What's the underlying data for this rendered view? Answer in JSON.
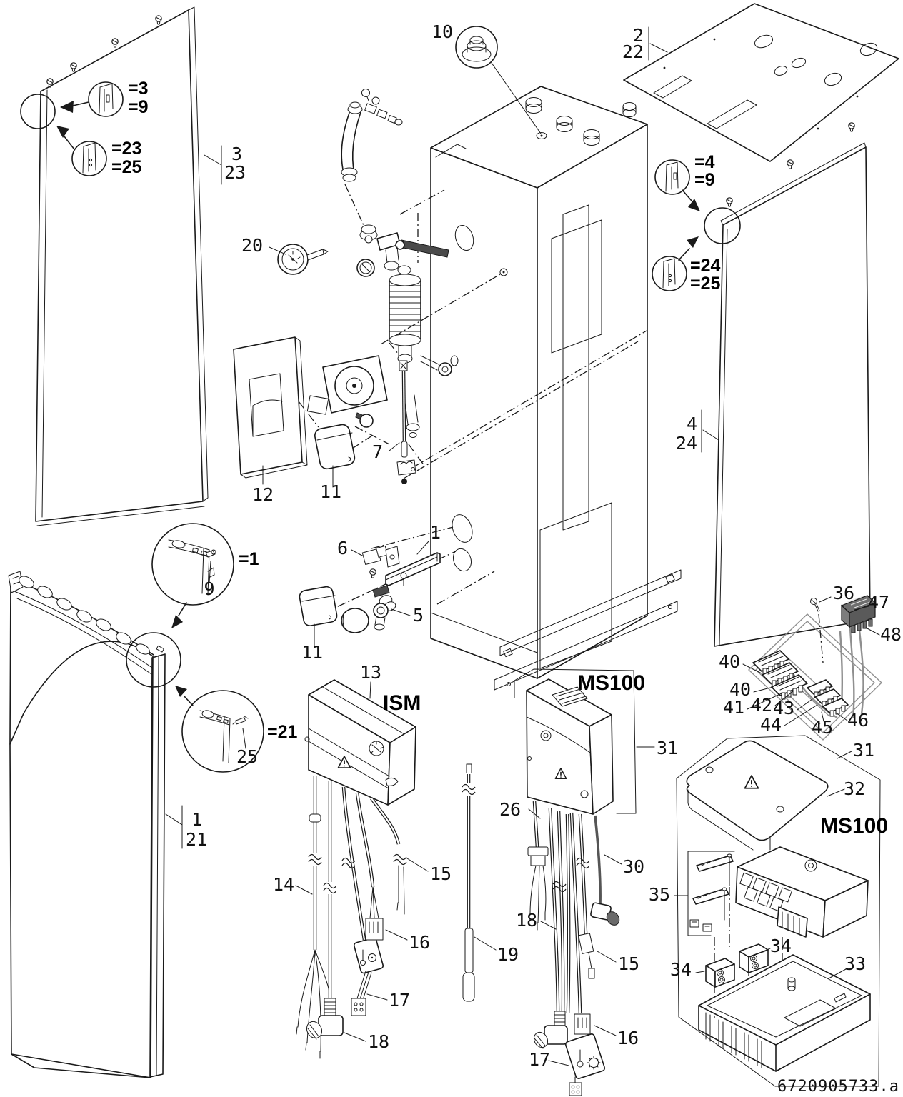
{
  "doc_number": "6720905733.a",
  "modules": {
    "ism": "ISM",
    "ms100": "MS100"
  },
  "panel_refs": {
    "left_side": {
      "a": "3",
      "b": "23"
    },
    "top_cover": {
      "a": "2",
      "b": "22"
    },
    "right_side": {
      "a": "4",
      "b": "24"
    },
    "front_panel": {
      "a": "1",
      "b": "21"
    }
  },
  "callouts": {
    "left_corner_a": [
      "=3",
      "=9"
    ],
    "left_corner_b": [
      "=23",
      "=25"
    ],
    "right_corner_a": [
      "=4",
      "=9"
    ],
    "right_corner_b": [
      "=24",
      "=25"
    ],
    "front_corner_a": {
      "label": "=1",
      "part": "9"
    },
    "front_corner_b": {
      "label": "=21",
      "part": "25"
    }
  },
  "parts": {
    "p1": "1",
    "p5": "5",
    "p6": "6",
    "p7": "7",
    "p10": "10",
    "p11": "11",
    "p12": "12",
    "p13": "13",
    "p14": "14",
    "p15": "15",
    "p16": "16",
    "p17": "17",
    "p18": "18",
    "p19": "19",
    "p20": "20",
    "p26": "26",
    "p30": "30",
    "p31": "31",
    "p32": "32",
    "p33": "33",
    "p34": "34",
    "p35": "35",
    "p36": "36",
    "p40": "40",
    "p41": "41",
    "p42": "42",
    "p43": "43",
    "p44": "44",
    "p45": "45",
    "p46": "46",
    "p47": "47",
    "p48": "48"
  }
}
